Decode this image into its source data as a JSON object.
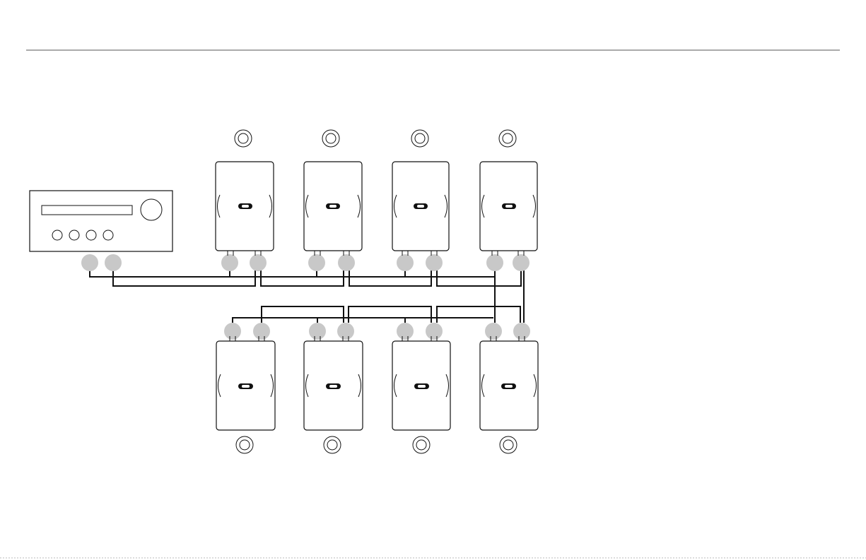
{
  "diagram": {
    "colors": {
      "line": "#111111",
      "terminal": "#c8c8c8",
      "background": "#ffffff",
      "bottom_rule": "#bbbbbb"
    },
    "receiver": {
      "icon": "stereo-receiver-icon",
      "knob_count": 4
    },
    "speakers": {
      "top_row_count": 4,
      "bottom_row_count": 4,
      "icon": "wall-speaker-icon",
      "volume_control_icon": "volume-knob-icon"
    }
  }
}
